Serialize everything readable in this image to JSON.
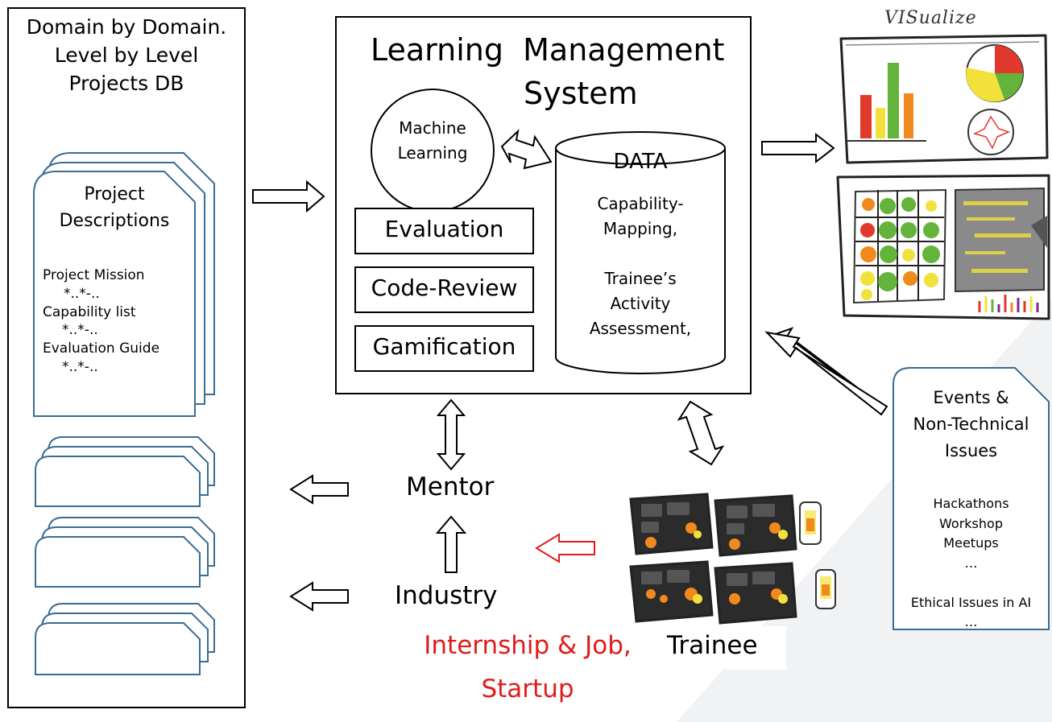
{
  "projects_db": {
    "title_lines": [
      "Domain by Domain.",
      "Level by Level",
      "Projects DB"
    ],
    "card": {
      "title_lines": [
        "Project",
        "Descriptions"
      ],
      "items": [
        "Project Mission",
        "*..*-..",
        "Capability list",
        "*..*-..",
        "Evaluation Guide",
        "*..*-.."
      ]
    }
  },
  "lms": {
    "title_lines": [
      "Learning  Management",
      "System"
    ],
    "ml_lines": [
      "Machine",
      "Learning"
    ],
    "modules": [
      "Evaluation",
      "Code-Review",
      "Gamification"
    ],
    "data": {
      "title": "DATA",
      "lines": [
        "Capability-",
        "Mapping,",
        "",
        "Trainee’s",
        "Activity",
        "Assessment,"
      ]
    }
  },
  "visualize": {
    "handwritten_label": "VISualize"
  },
  "events": {
    "title_lines": [
      "Events &",
      "Non-Technical",
      "Issues"
    ],
    "items": [
      "Hackathons",
      "Workshop",
      "Meetups",
      "…",
      "",
      "Ethical Issues in AI",
      "…"
    ]
  },
  "actors": {
    "mentor": "Mentor",
    "industry": "Industry",
    "trainee": "Trainee"
  },
  "outcomes": {
    "lines": [
      "Internship & Job,",
      "Startup"
    ]
  },
  "colors": {
    "card_border": "#3b6c92",
    "accent_red": "#e01c1c",
    "chart_green": "#64b33a",
    "chart_red": "#e2392d",
    "chart_orange": "#f08a1c",
    "chart_yellow": "#f3e13b"
  }
}
